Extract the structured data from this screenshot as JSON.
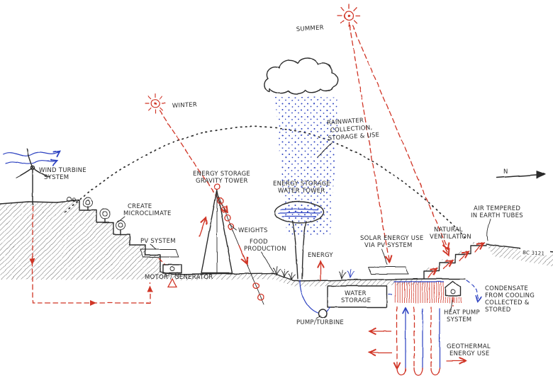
{
  "colors": {
    "ink": "#2a2a2a",
    "red": "#d03527",
    "blue": "#2b3fc0",
    "paper": "#ffffff"
  },
  "labels": {
    "summer": "SUMMER",
    "winter": "WINTER",
    "rainwater": [
      "RAINWATER",
      "COLLECTION,",
      "STORAGE & USE"
    ],
    "wind_turbine": [
      "WIND TURBINE",
      "SYSTEM"
    ],
    "microclimate": [
      "CREATE",
      "MICROCLIMATE"
    ],
    "gravity_tower": [
      "ENERGY STORAGE",
      "GRAVITY TOWER"
    ],
    "water_tower": [
      "ENERGY STORAGE",
      "WATER TOWER"
    ],
    "pv_system": "PV SYSTEM",
    "weights": "WEIGHTS",
    "food_production": [
      "FOOD",
      "PRODUCTION"
    ],
    "motor_generator": "MOTOR / GENERATOR",
    "energy": "ENERGY",
    "water_storage": [
      "WATER",
      "STORAGE"
    ],
    "pump_turbine": "PUMP/TURBINE",
    "solar_energy": [
      "SOLAR ENERGY USE",
      "VIA PV SYSTEM"
    ],
    "natural_ventilation": [
      "NATURAL",
      "VENTILATION"
    ],
    "earth_tubes": [
      "AIR TEMPERED",
      "IN EARTH TUBES"
    ],
    "condensate": [
      "CONDENSATE",
      "FROM COOLING",
      "COLLECTED &",
      "STORED"
    ],
    "heat_pump": [
      "HEAT PUMP",
      "SYSTEM"
    ],
    "geothermal": [
      "GEOTHERMAL",
      "ENERGY USE"
    ],
    "north": "N",
    "signature": "BC 3121"
  }
}
